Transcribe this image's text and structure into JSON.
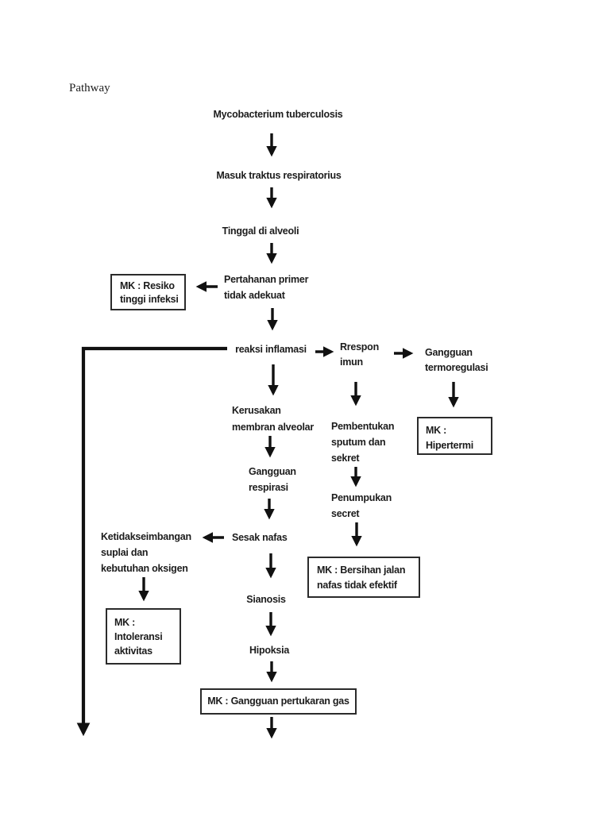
{
  "page": {
    "title": "Pathway",
    "background_color": "#ffffff",
    "ink_color": "#1c1c1c"
  },
  "nodes": {
    "myco": "Mycobacterium tuberculosis",
    "masuk": "Masuk traktus respiratorius",
    "tinggal": "Tinggal di alveoli",
    "pertahanan": "Pertahanan primer\ntidak adekuat",
    "reaksi": "reaksi inflamasi",
    "rrespon": "Rrespon\nimun",
    "termoregulasi": "Gangguan\ntermoregulasi",
    "kerusakan": "Kerusakan\nmembran alveolar",
    "pembentukan": "Pembentukan\nsputum dan\nsekret",
    "respirasi": "Gangguan\nrespirasi",
    "penumpukan": "Penumpukan\nsecret",
    "sesak": "Sesak nafas",
    "ketidakseimbangan": "Ketidakseimbangan\nsuplai dan\nkebutuhan oksigen",
    "sianosis": "Sianosis",
    "hipoksia": "Hipoksia"
  },
  "mk_boxes": {
    "resiko": "MK : Resiko\ntinggi infeksi",
    "hipertermi": "MK :\nHipertermi",
    "bersihan": "MK : Bersihan jalan\nnafas tidak efektif",
    "intoleransi": "MK :\nIntoleransi\naktivitas",
    "pertukaran": "MK : Gangguan pertukaran gas"
  }
}
